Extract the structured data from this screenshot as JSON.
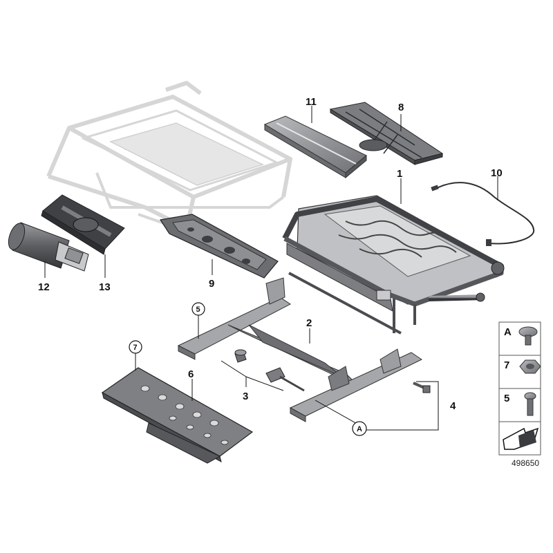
{
  "callouts": {
    "c1": "1",
    "c2": "2",
    "c3": "3",
    "c4": "4",
    "c6": "6",
    "c8": "8",
    "c9": "9",
    "c10": "10",
    "c11": "11",
    "c12": "12",
    "c13": "13"
  },
  "circled_markers": {
    "m5": "5",
    "m7": "7",
    "mA": "A"
  },
  "legend": {
    "items": [
      {
        "label": "A",
        "icon": "torx-screw-icon"
      },
      {
        "label": "7",
        "icon": "hex-nut-icon"
      },
      {
        "label": "5",
        "icon": "bolt-icon"
      }
    ],
    "arrow_icon": "install-direction-arrow-icon"
  },
  "diagram_number": "498650",
  "colors": {
    "part_fill": "#8e9094",
    "part_dark": "#5a5c60",
    "part_light": "#c4c6c9",
    "ghost": "#dcdcdc",
    "line": "#222222"
  }
}
